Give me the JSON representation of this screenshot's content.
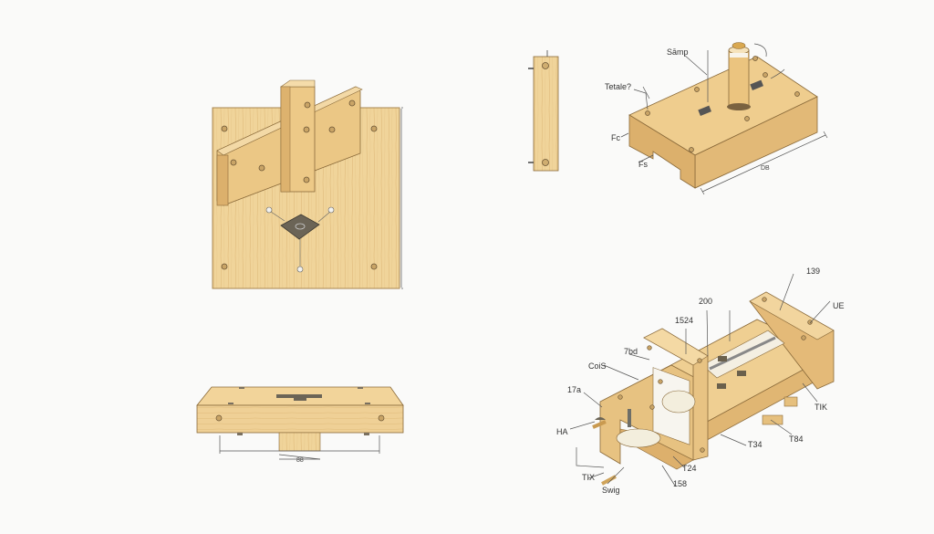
{
  "colors": {
    "background": "#fafaf9",
    "wood_light": "#f0d49a",
    "wood_mid": "#e6c07e",
    "wood_dark": "#d6a862",
    "outline": "#8a6a3a",
    "hardware": "#6b6456",
    "leader": "#555555"
  },
  "views": {
    "front_plate": {
      "name": "Front plate view with crossbar and post"
    },
    "side_strip": {
      "name": "Side strip view"
    },
    "iso_base": {
      "labels": {
        "top": "Sāmp",
        "left_top": "Tetale?",
        "left_mid": "Fc",
        "left_bottom": "Fs",
        "length": "DB"
      }
    },
    "bottom_base": {
      "dim_center": "88"
    },
    "iso_assembly": {
      "labels": {
        "l1": "200",
        "l2": "1524",
        "l3": "7bd",
        "l4": "CoiS",
        "l5": "17a",
        "l6": "HA",
        "l7": "TIX",
        "l8": "Swig",
        "l9": "158",
        "l10": "T24",
        "l11": "T34",
        "l12": "T84",
        "l13": "TIK",
        "l14": "139",
        "l15": "UE"
      }
    }
  }
}
